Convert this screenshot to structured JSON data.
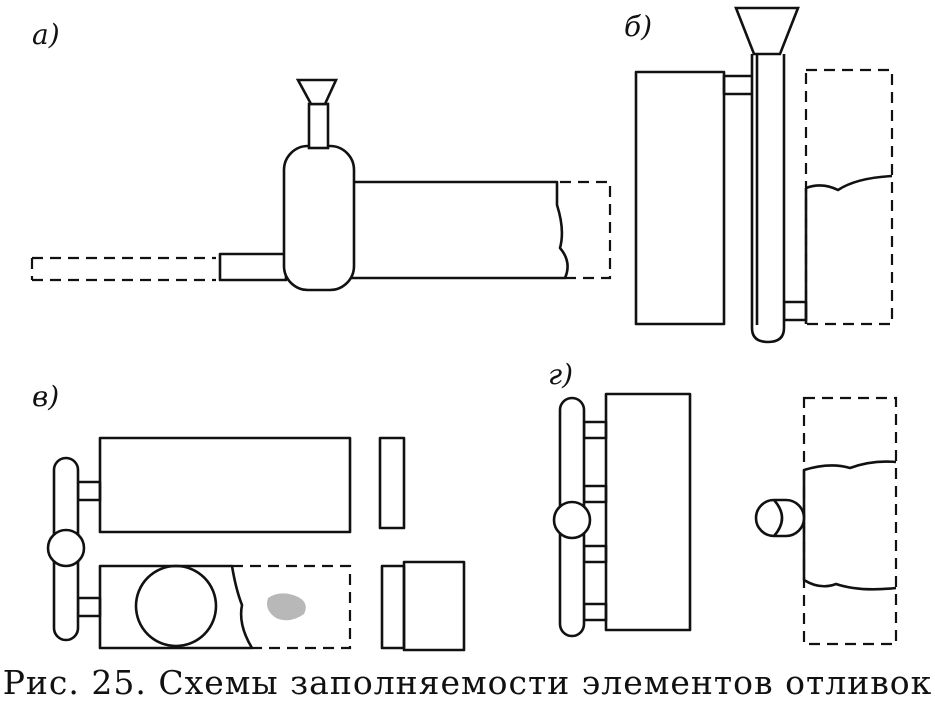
{
  "panels": {
    "a": {
      "label": "а)"
    },
    "b": {
      "label": "б)"
    },
    "v": {
      "label": "в)"
    },
    "g": {
      "label": "г)"
    }
  },
  "caption": "Рис. 25. Схемы заполняемости элементов отливок"
}
